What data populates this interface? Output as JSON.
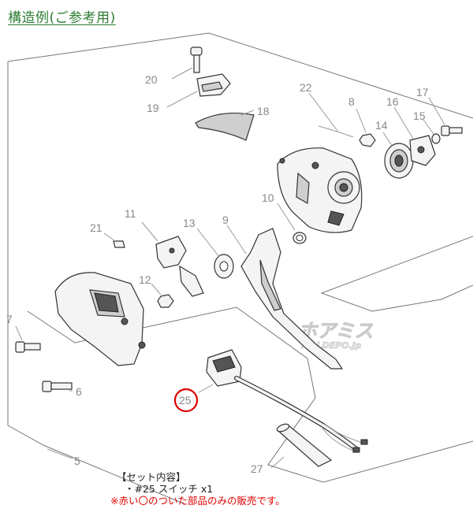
{
  "title": "構造例(ご参考用)",
  "parts": [
    {
      "id": "part-1",
      "number": "20"
    },
    {
      "id": "part-2",
      "number": "19"
    },
    {
      "id": "part-3",
      "number": "18"
    },
    {
      "id": "part-4",
      "number": "22"
    },
    {
      "id": "part-5",
      "number": "8"
    },
    {
      "id": "part-6",
      "number": "16"
    },
    {
      "id": "part-7",
      "number": "17"
    },
    {
      "id": "part-8",
      "number": "14"
    },
    {
      "id": "part-9",
      "number": "15"
    },
    {
      "id": "part-10",
      "number": "10"
    },
    {
      "id": "part-11",
      "number": "11"
    },
    {
      "id": "part-12",
      "number": "21"
    },
    {
      "id": "part-13",
      "number": "13"
    },
    {
      "id": "part-14",
      "number": "9"
    },
    {
      "id": "part-15",
      "number": "12"
    },
    {
      "id": "part-16",
      "number": "7"
    },
    {
      "id": "part-17",
      "number": "6"
    },
    {
      "id": "part-18",
      "number": "25"
    },
    {
      "id": "part-19",
      "number": "5"
    },
    {
      "id": "part-20",
      "number": "27"
    }
  ],
  "highlight_part": "25",
  "watermark": {
    "main": "ホアミス",
    "sub": "MALDEPO.jp"
  },
  "note": {
    "heading": "【セット内容】",
    "item": "・#25 スイッチ x1",
    "remark": "※赤い〇のついた部品のみの販売です。"
  },
  "colors": {
    "title": "#2e7d32",
    "highlight": "#e00000",
    "label": "#888888"
  }
}
